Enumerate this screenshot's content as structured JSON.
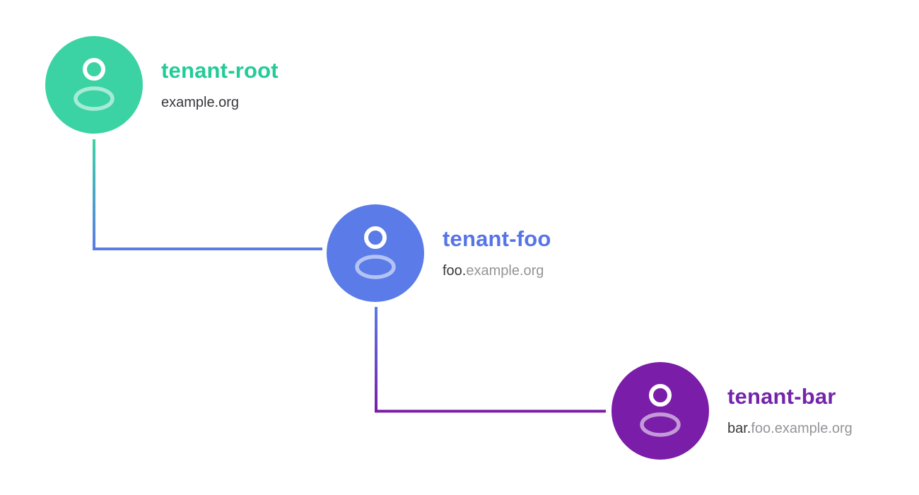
{
  "page": {
    "background": "#ffffff",
    "description": "tenant-hierarchy-diagram"
  },
  "colors": {
    "green": "#3BD3A3",
    "green_title": "#22CC97",
    "blue": "#5A7BE8",
    "blue_title": "#5674E8",
    "purple": "#7A1DA8",
    "purple_title": "#7424AC",
    "text_dark": "#38383D",
    "text_gray": "#95959A",
    "icon_head": "#FFFFFF",
    "icon_body": "rgba(255,255,255,0.55)"
  },
  "nodes": [
    {
      "id": "tenant-root",
      "title": "tenant-root",
      "domain_highlight": "example.org",
      "domain_rest": "",
      "icon": "person-icon",
      "color_key": "green"
    },
    {
      "id": "tenant-foo",
      "title": "tenant-foo",
      "domain_highlight": "foo.",
      "domain_rest": "example.org",
      "icon": "person-icon",
      "color_key": "blue"
    },
    {
      "id": "tenant-bar",
      "title": "tenant-bar",
      "domain_highlight": "bar.",
      "domain_rest": "foo.example.org",
      "icon": "person-icon",
      "color_key": "purple"
    }
  ],
  "connections": [
    {
      "from": "tenant-root",
      "to": "tenant-foo"
    },
    {
      "from": "tenant-foo",
      "to": "tenant-bar"
    }
  ]
}
